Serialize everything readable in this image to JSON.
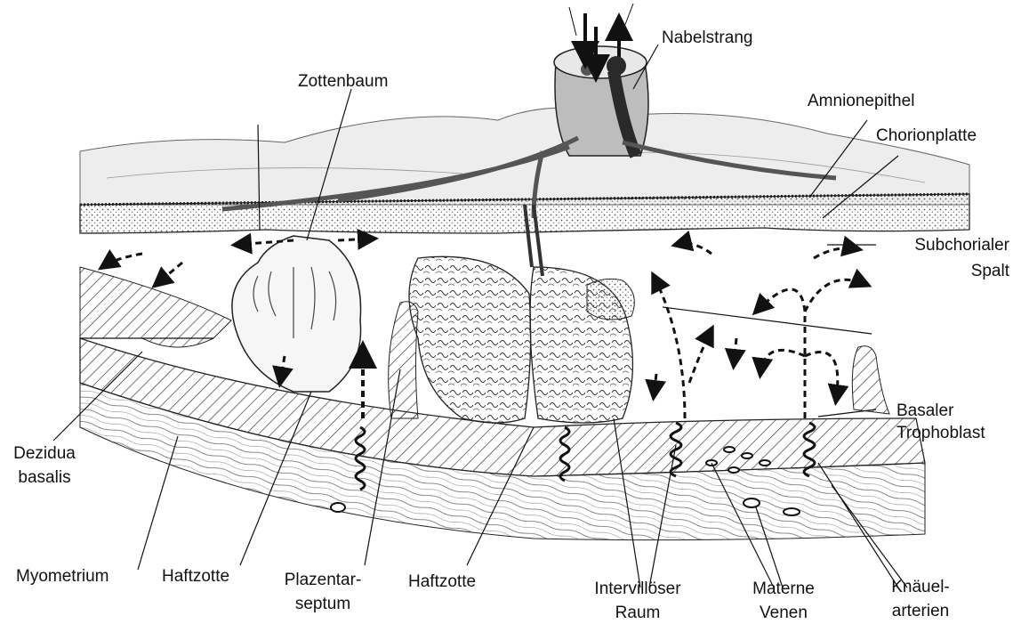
{
  "labels": {
    "nabelstrang": "Nabelstrang",
    "zottenbaum": "Zottenbaum",
    "amnionepithel": "Amnionepithel",
    "chorionplatte": "Chorionplatte",
    "subchorialer_1": "Subchorialer",
    "subchorialer_2": "Spalt",
    "basaler_1": "Basaler",
    "basaler_2": "Trophoblast",
    "dezidua_1": "Dezidua",
    "dezidua_2": "basalis",
    "myometrium": "Myometrium",
    "haftzotte_left": "Haftzotte",
    "plazentar_1": "Plazentar-",
    "plazentar_2": "septum",
    "haftzotte_mid": "Haftzotte",
    "intervilloeser_1": "Intervillöser",
    "intervilloeser_2": "Raum",
    "materne_1": "Materne",
    "materne_2": "Venen",
    "knaeuel_1": "Knäuel-",
    "knaeuel_2": "arterien"
  },
  "colors": {
    "ink": "#111111",
    "paper": "#ffffff",
    "chorion_fill": "#ececec",
    "villi_fill": "#f6f6f6",
    "hatch": "#3a3a3a",
    "cord_dark": "#2a2a2a"
  }
}
